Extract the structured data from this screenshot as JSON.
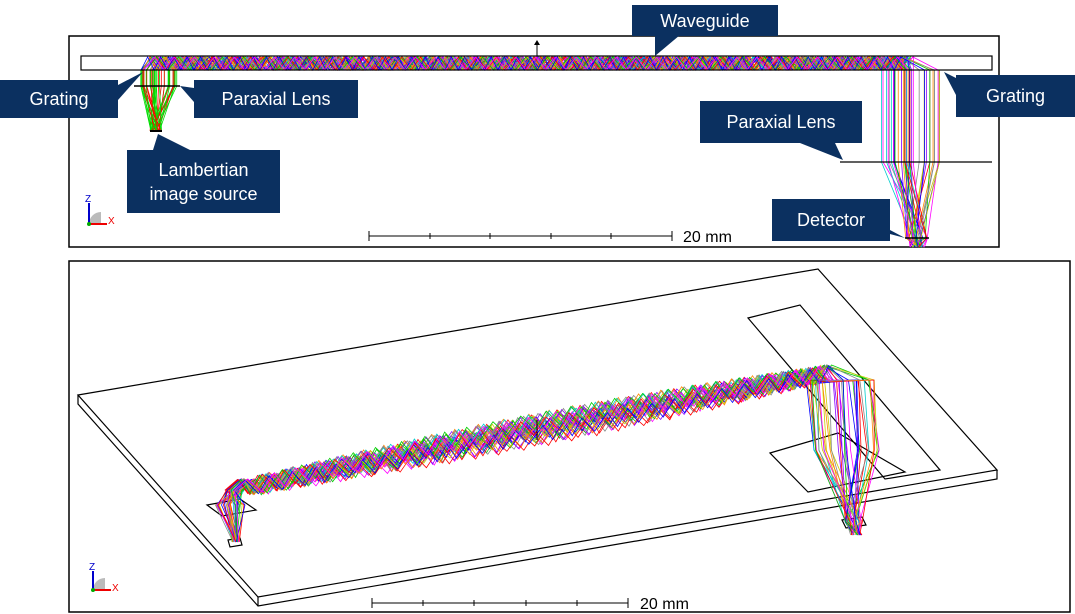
{
  "top_view": {
    "labels": {
      "waveguide": "Waveguide",
      "grating_left": "Grating",
      "paraxial_lens_left": "Paraxial Lens",
      "lambertian_source": "Lambertian image source",
      "paraxial_lens_right": "Paraxial Lens",
      "grating_right": "Grating",
      "detector": "Detector"
    },
    "scale_bar": "20 mm",
    "axes": {
      "z": "Z",
      "x": "X"
    }
  },
  "perspective_view": {
    "scale_bar": "20 mm",
    "axes": {
      "z": "Z",
      "x": "X"
    }
  },
  "ray_colors": [
    "#ff0000",
    "#00cc00",
    "#0000ff",
    "#ff00ff",
    "#00cccc",
    "#cccc00",
    "#8800ff",
    "#ff8800",
    "#888888"
  ],
  "callout_color": "#0b3060"
}
